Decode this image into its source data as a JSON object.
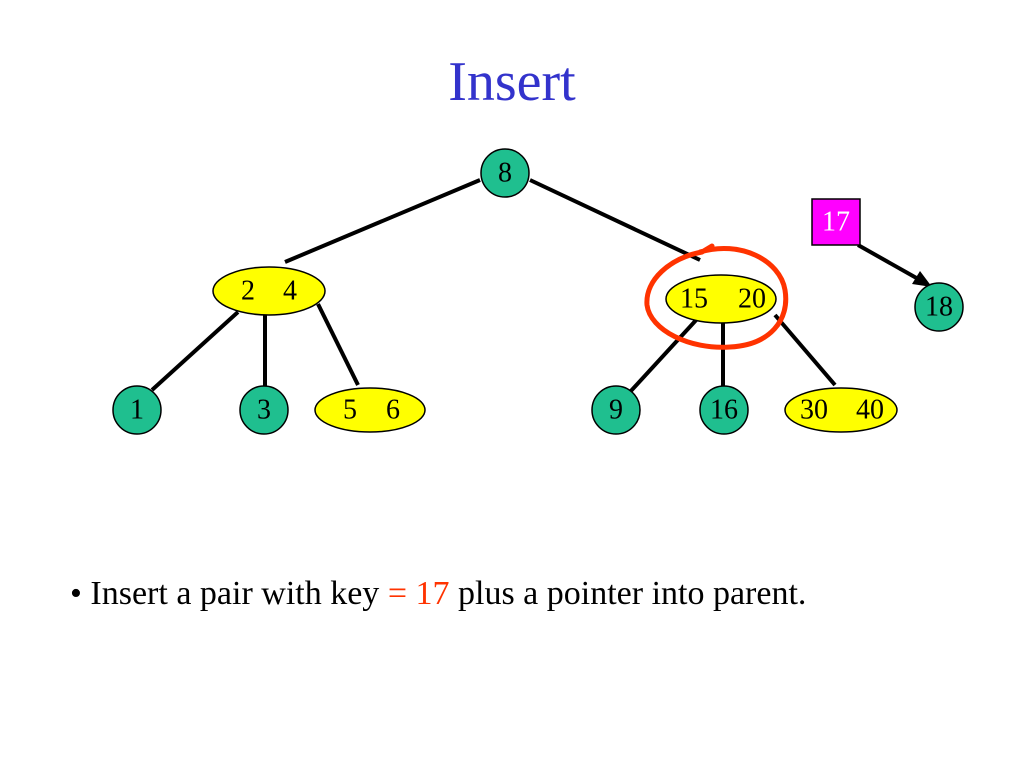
{
  "title": "Insert",
  "tree": {
    "root": {
      "keys": [
        "8"
      ]
    },
    "internal": [
      {
        "keys": [
          "2",
          "4"
        ]
      },
      {
        "keys": [
          "15",
          "20"
        ]
      }
    ],
    "leaves": [
      {
        "keys": [
          "1"
        ]
      },
      {
        "keys": [
          "3"
        ]
      },
      {
        "keys": [
          "5",
          "6"
        ]
      },
      {
        "keys": [
          "9"
        ]
      },
      {
        "keys": [
          "16"
        ]
      },
      {
        "keys": [
          "30",
          "40"
        ]
      }
    ],
    "new_key": "17",
    "new_pointer_target": "18"
  },
  "colors": {
    "title": "#3333cc",
    "single_node_fill": "#1fbf8f",
    "pair_node_fill": "#ffff00",
    "new_key_fill": "#ff00ff",
    "highlight_circle": "#ff3300",
    "emphasis_text": "#ff3300"
  },
  "bullet": {
    "marker": "•",
    "before": "Insert a pair with key",
    "equals": "=",
    "key": "17",
    "after": "plus a pointer into parent."
  }
}
